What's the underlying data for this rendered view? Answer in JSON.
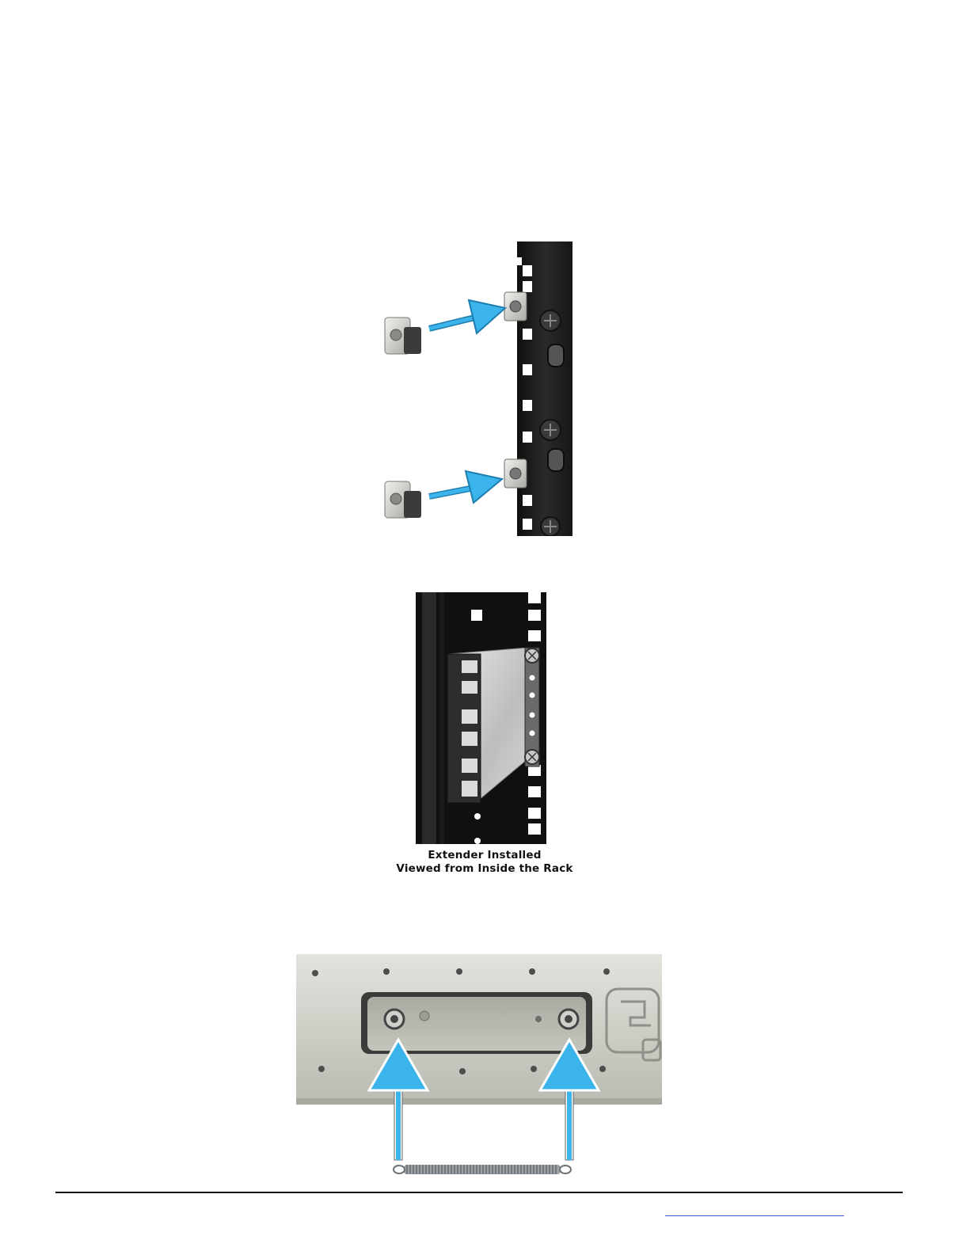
{
  "figures": {
    "cage_nuts": {
      "name": "cage-nut-installation"
    },
    "extender": {
      "name": "extender-installed",
      "caption_line1": "Extender Installed",
      "caption_line2": "Viewed from Inside the Rack"
    },
    "spring": {
      "name": "spring-attachment"
    }
  },
  "colors": {
    "arrow": "#3ab4ea",
    "rail_dark": "#1c1c1c",
    "metal_light": "#d8d8d2",
    "chassis": "#c9cbc3"
  }
}
